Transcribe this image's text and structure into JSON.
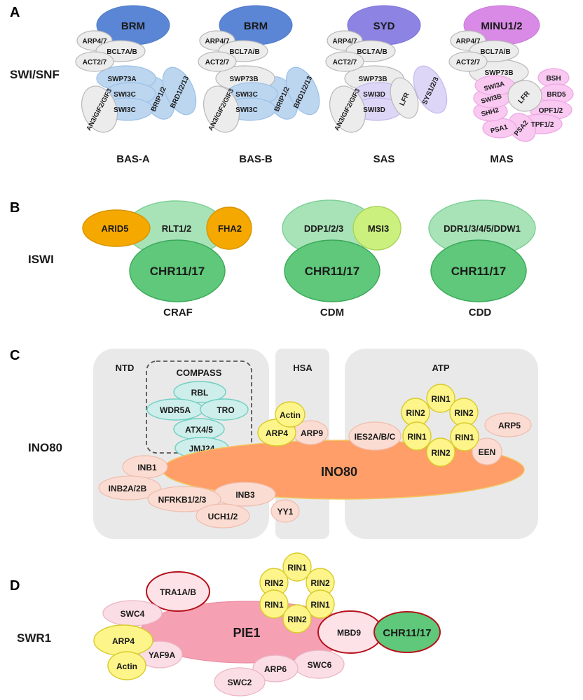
{
  "panels": {
    "a": {
      "letter": "A",
      "family": "SWI/SNF",
      "complexes": [
        {
          "name": "BAS-A",
          "head": "BRM",
          "items": {
            "arp": "ARP4/7",
            "bcl": "BCL7A/B",
            "act": "ACT2/7",
            "swp": "SWP73A",
            "s1": "SWI3C",
            "s2": "SWI3C",
            "brip": "BRIP1/2",
            "brd": "BRD1/2/13",
            "an3": "AN3/GIF2/GIF3"
          }
        },
        {
          "name": "BAS-B",
          "head": "BRM",
          "items": {
            "arp": "ARP4/7",
            "bcl": "BCL7A/B",
            "act": "ACT2/7",
            "swp": "SWP73B",
            "s1": "SWI3C",
            "s2": "SWI3C",
            "brip": "BRIP1/2",
            "brd": "BRD1/2/13",
            "an3": "AN3/GIF2/GIF3"
          }
        },
        {
          "name": "SAS",
          "head": "SYD",
          "items": {
            "arp": "ARP4/7",
            "bcl": "BCL7A/B",
            "act": "ACT2/7",
            "swp": "SWP73B",
            "s1": "SWI3D",
            "s2": "SWI3D",
            "lfr": "LFR",
            "sys": "SYS1/2/3",
            "an3": "AN3/GIF2/GIF3"
          }
        },
        {
          "name": "MAS",
          "head": "MINU1/2",
          "items": {
            "arp": "ARP4/7",
            "bcl": "BCL7A/B",
            "act": "ACT2/7",
            "swp": "SWP73B",
            "s1": "SWI3A",
            "s2": "SWI3B",
            "shh": "SHH2",
            "psa1": "PSA1",
            "psa2": "PSA2",
            "lfr": "LFR",
            "bsh": "BSH",
            "brd5": "BRD5",
            "opf": "OPF1/2",
            "tpf": "TPF1/2"
          }
        }
      ]
    },
    "b": {
      "letter": "B",
      "family": "ISWI",
      "craf": {
        "name": "CRAF",
        "base": "CHR11/17",
        "top": "RLT1/2",
        "left": "ARID5",
        "right": "FHA2"
      },
      "cdm": {
        "name": "CDM",
        "base": "CHR11/17",
        "top": "DDP1/2/3",
        "right": "MSI3"
      },
      "cdd": {
        "name": "CDD",
        "base": "CHR11/17",
        "top": "DDR1/3/4/5/DDW1"
      }
    },
    "c": {
      "letter": "C",
      "family": "INO80",
      "regions": {
        "ntd": "NTD",
        "hsa": "HSA",
        "atp": "ATP"
      },
      "compass": {
        "title": "COMPASS",
        "rbl": "RBL",
        "wdr5a": "WDR5A",
        "tro": "TRO",
        "atx": "ATX4/5",
        "jmj": "JMJ24"
      },
      "core": "INO80",
      "hsa_items": {
        "actin": "Actin",
        "arp4": "ARP4",
        "arp9": "ARP9"
      },
      "atp_items": {
        "ies2": "IES2A/B/C",
        "arp5": "ARP5",
        "een": "EEN",
        "rin_top": "RIN1",
        "rin2a": "RIN2",
        "rin2b": "RIN2",
        "rin1a": "RIN1",
        "rin1b": "RIN1",
        "rin2c": "RIN2"
      },
      "ntd_items": {
        "inb1": "INB1",
        "inb2": "INB2A/2B",
        "nfrkb": "NFRKB1/2/3",
        "inb3": "INB3",
        "uch": "UCH1/2",
        "yy1": "YY1"
      }
    },
    "d": {
      "letter": "D",
      "family": "SWR1",
      "core": "PIE1",
      "items": {
        "tra": "TRA1A/B",
        "swc4": "SWC4",
        "arp4": "ARP4",
        "actin": "Actin",
        "yaf": "YAF9A",
        "swc2": "SWC2",
        "arp6": "ARP6",
        "swc6": "SWC6",
        "mbd9": "MBD9",
        "chr": "CHR11/17"
      },
      "rin": {
        "top": "RIN1",
        "l1": "RIN2",
        "r1": "RIN2",
        "l2": "RIN1",
        "r2": "RIN1",
        "bot": "RIN2"
      }
    }
  },
  "colors": {
    "brm": "#5b86d6",
    "syd": "#8c83e3",
    "minu": "#d98ae6",
    "chr_green": "#5fc87a",
    "ddp_green": "#a8e3b8",
    "arid_orange": "#f5a800",
    "msi_lime": "#ccf07d",
    "ino80_orange": "#ff9e68",
    "pie1_pink": "#f6a0b3",
    "rin_yellow": "#fdf58a",
    "region_gray": "#e9e9e9"
  }
}
